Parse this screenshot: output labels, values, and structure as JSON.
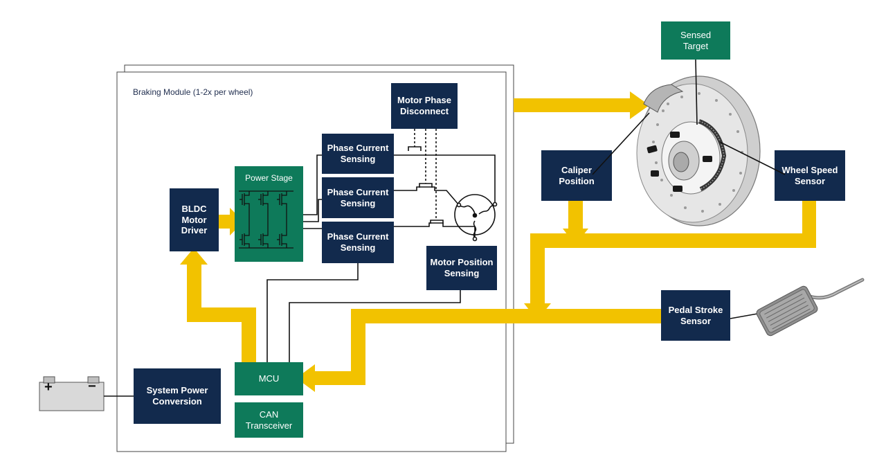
{
  "colors": {
    "navy": "#122a4d",
    "green": "#0e7a5a",
    "yellow": "#f2c200",
    "line": "#111111",
    "disc": "#d9d9d9"
  },
  "module": {
    "label": "Braking Module (1-2x per wheel)"
  },
  "blocks": {
    "bldc": "BLDC Motor Driver",
    "power_stage": "Power Stage",
    "phase_current_1": "Phase Current Sensing",
    "phase_current_2": "Phase Current Sensing",
    "phase_current_3": "Phase Current Sensing",
    "motor_phase_disconnect": "Motor Phase Disconnect",
    "motor_position": "Motor Position Sensing",
    "mcu": "MCU",
    "can": "CAN Transceiver",
    "system_power": "System Power Conversion",
    "caliper": "Caliper Position",
    "wheel_speed": "Wheel Speed Sensor",
    "sensed_target": "Sensed Target",
    "pedal_stroke": "Pedal Stroke Sensor"
  },
  "battery": {
    "plus": "+",
    "minus": "−"
  },
  "icons": [
    "battery-icon",
    "brake-disc-icon",
    "brake-pedal-icon",
    "motor-icon",
    "mosfet-icon"
  ]
}
